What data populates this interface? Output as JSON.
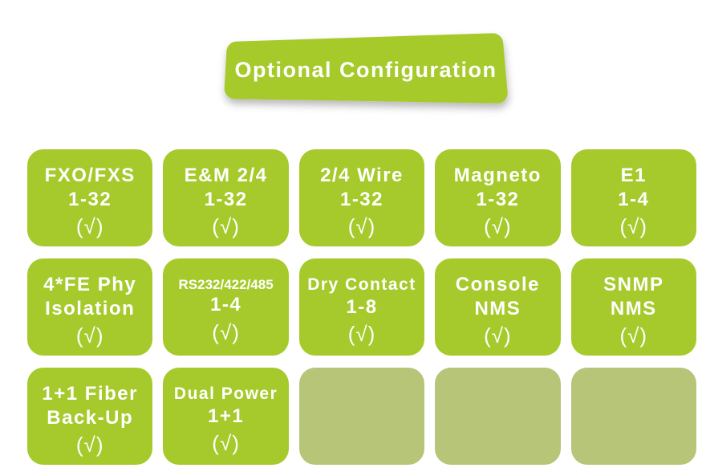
{
  "banner": {
    "label": "Optional Configuration"
  },
  "colors": {
    "tile_green": "#a6ca2c",
    "empty_tile_green": "#b6c577",
    "text": "#ffffff"
  },
  "grid": {
    "tiles": [
      {
        "lines": [
          "FXO/FXS",
          "1-32"
        ],
        "check": "(√)"
      },
      {
        "lines": [
          "E&M 2/4",
          "1-32"
        ],
        "check": "(√)"
      },
      {
        "lines": [
          "2/4 Wire",
          "1-32"
        ],
        "check": "(√)"
      },
      {
        "lines": [
          "Magneto",
          "1-32"
        ],
        "check": "(√)"
      },
      {
        "lines": [
          "E1",
          "1-4"
        ],
        "check": "(√)"
      },
      {
        "lines": [
          "4*FE Phy",
          "Isolation"
        ],
        "check": "(√)"
      },
      {
        "lines": [
          "RS232/422/485",
          "1-4"
        ],
        "check": "(√)"
      },
      {
        "lines": [
          "Dry Contact",
          "1-8"
        ],
        "check": "(√)"
      },
      {
        "lines": [
          "Console",
          "NMS"
        ],
        "check": "(√)"
      },
      {
        "lines": [
          "SNMP",
          "NMS"
        ],
        "check": "(√)"
      },
      {
        "lines": [
          "1+1 Fiber",
          "Back-Up"
        ],
        "check": "(√)"
      },
      {
        "lines": [
          "Dual Power",
          "1+1"
        ],
        "check": "(√)"
      },
      {
        "empty": true
      },
      {
        "empty": true
      },
      {
        "empty": true
      }
    ]
  }
}
